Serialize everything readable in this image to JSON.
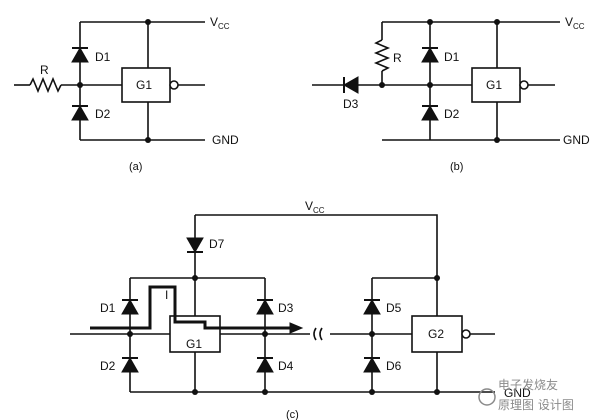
{
  "diagram_a": {
    "vcc_label": "V",
    "vcc_sub": "CC",
    "gnd_label": "GND",
    "r_label": "R",
    "d1_label": "D1",
    "d2_label": "D2",
    "gate_label": "G1",
    "caption": "(a)"
  },
  "diagram_b": {
    "vcc_label": "V",
    "vcc_sub": "CC",
    "gnd_label": "GND",
    "r_label": "R",
    "d1_label": "D1",
    "d2_label": "D2",
    "d3_label": "D3",
    "gate_label": "G1",
    "caption": "(b)"
  },
  "diagram_c": {
    "vcc_label": "V",
    "vcc_sub": "CC",
    "gnd_label": "GND",
    "current_label": "I",
    "d1_label": "D1",
    "d2_label": "D2",
    "d3_label": "D3",
    "d4_label": "D4",
    "d5_label": "D5",
    "d6_label": "D6",
    "d7_label": "D7",
    "gate1_label": "G1",
    "gate2_label": "G2",
    "caption": "(c)"
  },
  "watermark": {
    "line1": "电子发烧友",
    "line2": "原理图 设计图"
  }
}
